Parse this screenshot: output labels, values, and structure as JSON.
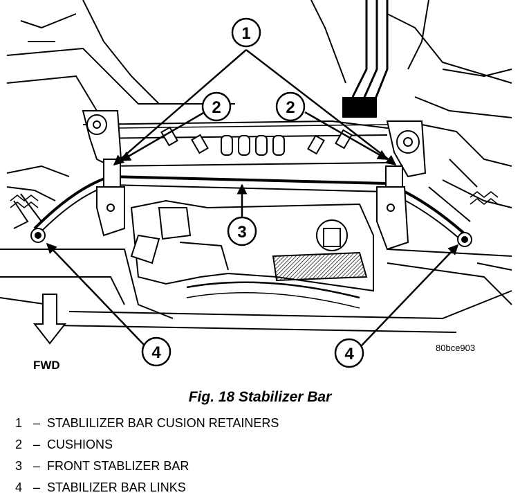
{
  "figure": {
    "fwd_label": "FWD",
    "code": "80bce903",
    "caption": "Fig. 18 Stabilizer Bar"
  },
  "callouts": [
    {
      "number": "1"
    },
    {
      "number": "2"
    },
    {
      "number": "2"
    },
    {
      "number": "3"
    },
    {
      "number": "4"
    },
    {
      "number": "4"
    }
  ],
  "legend": [
    {
      "number": "1",
      "separator": "–",
      "text": "STABLILIZER BAR CUSION RETAINERS"
    },
    {
      "number": "2",
      "separator": "–",
      "text": "CUSHIONS"
    },
    {
      "number": "3",
      "separator": "–",
      "text": "FRONT STABLIZER BAR"
    },
    {
      "number": "4",
      "separator": "–",
      "text": "STABILIZER BAR LINKS"
    }
  ]
}
